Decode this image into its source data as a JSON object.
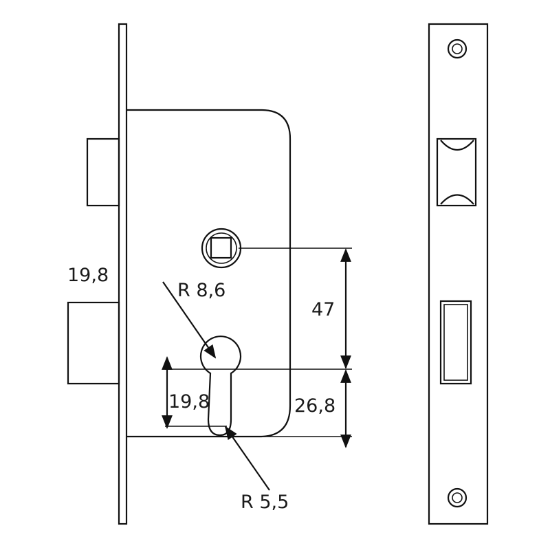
{
  "diagram": {
    "line_color": "#111111",
    "background": "#ffffff",
    "labels": {
      "latch_depth": "19,8",
      "key_radius_top": "R 8,6",
      "spindle_to_cylinder": "47",
      "cylinder_lower_height": "19,8",
      "cylinder_to_bottom": "26,8",
      "key_radius_bottom": "R 5,5"
    }
  }
}
